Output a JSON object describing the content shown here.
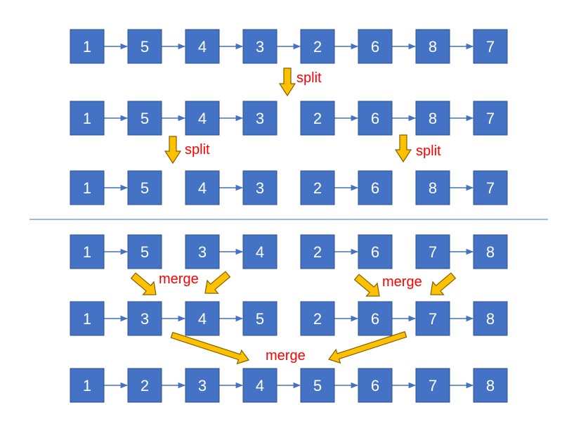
{
  "rows": [
    {
      "id": "initial",
      "values": [
        "1",
        "5",
        "4",
        "3",
        "2",
        "6",
        "8",
        "7"
      ],
      "links": [
        true,
        true,
        true,
        true,
        true,
        true,
        true
      ]
    },
    {
      "id": "split-1",
      "values": [
        "1",
        "5",
        "4",
        "3",
        "2",
        "6",
        "8",
        "7"
      ],
      "links": [
        true,
        true,
        true,
        false,
        true,
        true,
        true
      ]
    },
    {
      "id": "split-2",
      "values": [
        "1",
        "5",
        "4",
        "3",
        "2",
        "6",
        "8",
        "7"
      ],
      "links": [
        true,
        false,
        true,
        false,
        true,
        false,
        true
      ]
    },
    {
      "id": "sorted-pairs",
      "values": [
        "1",
        "5",
        "3",
        "4",
        "2",
        "6",
        "7",
        "8"
      ],
      "links": [
        true,
        false,
        true,
        false,
        true,
        false,
        true
      ]
    },
    {
      "id": "merge-1",
      "values": [
        "1",
        "3",
        "4",
        "5",
        "2",
        "6",
        "7",
        "8"
      ],
      "links": [
        true,
        true,
        true,
        false,
        true,
        true,
        true
      ]
    },
    {
      "id": "merge-2",
      "values": [
        "1",
        "2",
        "3",
        "4",
        "5",
        "6",
        "7",
        "8"
      ],
      "links": [
        true,
        true,
        true,
        true,
        true,
        true,
        true
      ]
    }
  ],
  "labels": {
    "split": "split",
    "merge": "merge"
  },
  "colors": {
    "node_fill": "#4472C4",
    "arrow_fill": "#FFC000",
    "label": "#FF0000"
  }
}
